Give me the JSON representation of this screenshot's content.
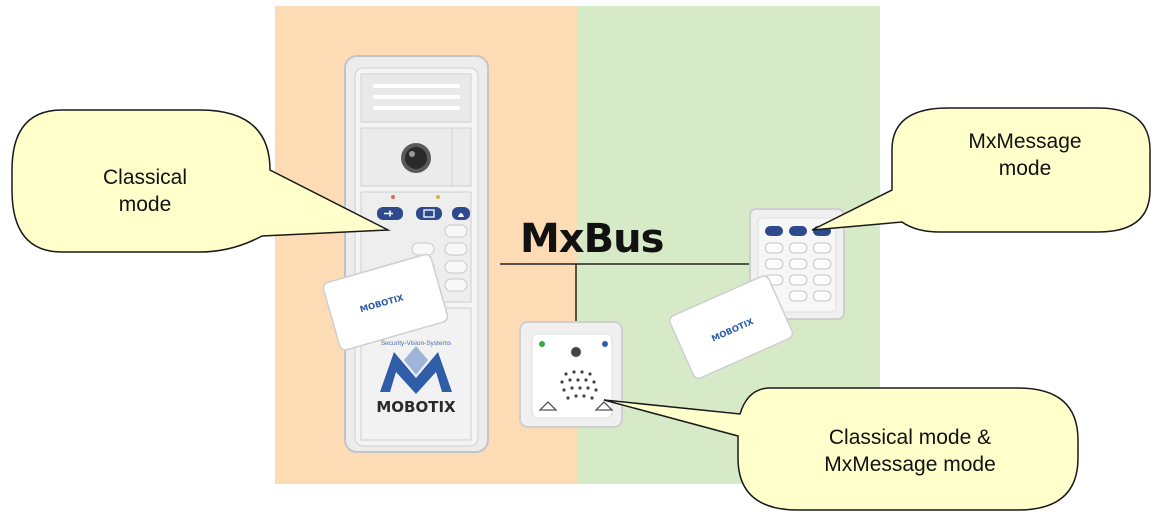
{
  "diagram": {
    "bus_label": "MxBus",
    "brand": "MOBOTIX",
    "brand_tagline": "Security-Vision-Systems",
    "callouts": {
      "classical": {
        "line1": "Classical",
        "line2": "mode"
      },
      "mxmessage": {
        "line1": "MxMessage",
        "line2": "mode"
      },
      "both": {
        "line1": "Classical mode &",
        "line2": "MxMessage mode"
      }
    },
    "colors": {
      "classical_zone": "#FDDCB5",
      "mxmessage_zone": "#D6EAC8",
      "callout_fill": "#FFFFCC",
      "keypad_button": "#2E4A8C",
      "brand_blue": "#2F5DA8"
    }
  }
}
